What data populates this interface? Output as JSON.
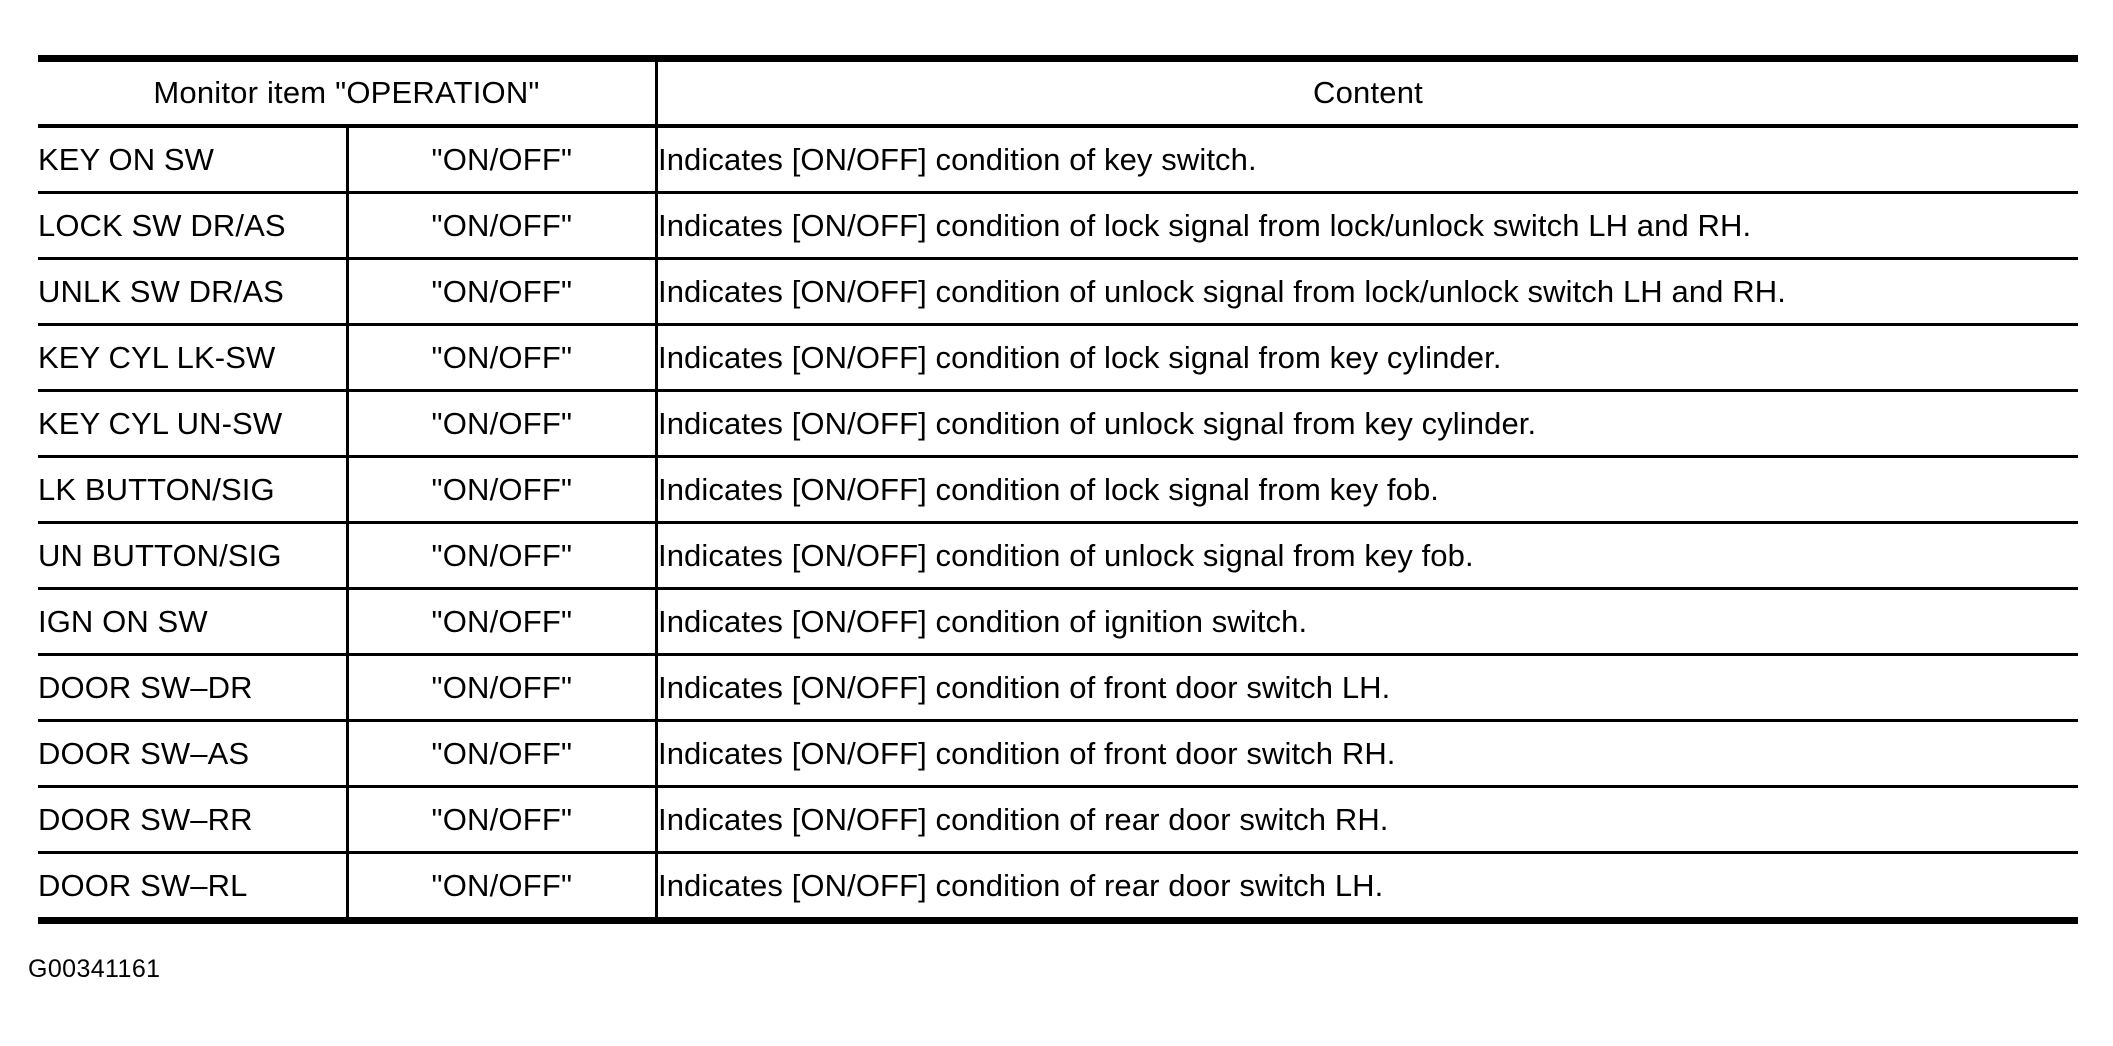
{
  "document": {
    "figure_id": "G00341161"
  },
  "table": {
    "headers": {
      "monitor_item": "Monitor item \"OPERATION\"",
      "content": "Content"
    },
    "rows": [
      {
        "item": "KEY ON SW",
        "state": "\"ON/OFF\"",
        "content": "Indicates [ON/OFF] condition of key switch."
      },
      {
        "item": "LOCK SW DR/AS",
        "state": "\"ON/OFF\"",
        "content": "Indicates [ON/OFF] condition of lock signal from lock/unlock switch LH and RH."
      },
      {
        "item": "UNLK SW DR/AS",
        "state": "\"ON/OFF\"",
        "content": "Indicates [ON/OFF] condition of unlock signal from lock/unlock switch LH and RH."
      },
      {
        "item": "KEY CYL LK-SW",
        "state": "\"ON/OFF\"",
        "content": "Indicates [ON/OFF] condition of lock signal from key cylinder."
      },
      {
        "item": "KEY CYL UN-SW",
        "state": "\"ON/OFF\"",
        "content": "Indicates [ON/OFF] condition of unlock signal from key cylinder."
      },
      {
        "item": "LK BUTTON/SIG",
        "state": "\"ON/OFF\"",
        "content": "Indicates [ON/OFF] condition of lock signal from key fob."
      },
      {
        "item": "UN BUTTON/SIG",
        "state": "\"ON/OFF\"",
        "content": "Indicates [ON/OFF] condition of unlock signal from key fob."
      },
      {
        "item": "IGN ON SW",
        "state": "\"ON/OFF\"",
        "content": "Indicates [ON/OFF] condition of ignition switch."
      },
      {
        "item": "DOOR SW–DR",
        "state": "\"ON/OFF\"",
        "content": "Indicates [ON/OFF] condition of front door switch LH."
      },
      {
        "item": "DOOR SW–AS",
        "state": "\"ON/OFF\"",
        "content": "Indicates [ON/OFF] condition of front door switch RH."
      },
      {
        "item": "DOOR SW–RR",
        "state": "\"ON/OFF\"",
        "content": "Indicates [ON/OFF] condition of rear door switch RH."
      },
      {
        "item": "DOOR SW–RL",
        "state": "\"ON/OFF\"",
        "content": "Indicates [ON/OFF] condition of rear door switch LH."
      }
    ]
  }
}
